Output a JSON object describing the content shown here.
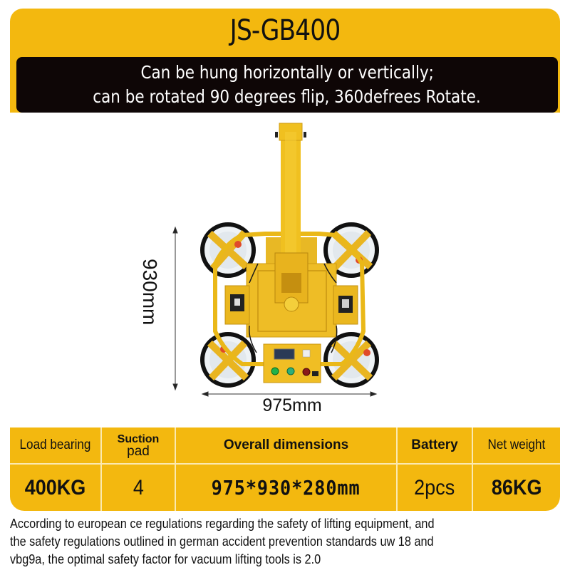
{
  "header": {
    "title": "JS-GB400",
    "subtitle_lines": [
      "Can be hung horizontally or vertically;",
      "can be rotated 90 degrees flip,   360defrees Rotate."
    ]
  },
  "product_image": {
    "description": "Yellow vacuum glass lifter with 4 suction pads",
    "height_label": "930mm",
    "width_label": "975mm"
  },
  "specs": {
    "headers": [
      "Load bearing",
      "Suction",
      "pad",
      "Overall dimensions",
      "Battery",
      "Net weight"
    ],
    "columns": [
      {
        "header": "Load bearing",
        "value": "400KG"
      },
      {
        "header": "Suction pad",
        "value": "4"
      },
      {
        "header": "Overall dimensions",
        "value": "975*930*280mm"
      },
      {
        "header": "Battery",
        "value": "2pcs"
      },
      {
        "header": "Net weight",
        "value": "86KG"
      }
    ]
  },
  "footnote": {
    "lines": [
      "According to european ce regulations regarding the safety of lifting equipment,   and",
      "the safety regulations outlined in german accident prevention standards uw 18 and",
      "vbg9a,   the optimal safety factor for vacuum lifting tools is 2.0"
    ]
  },
  "colors": {
    "brand_yellow": "#f3b80f",
    "black_band": "#0e0606",
    "divider": "#fbe9b0",
    "machine_yellow": "#f2c22a"
  }
}
